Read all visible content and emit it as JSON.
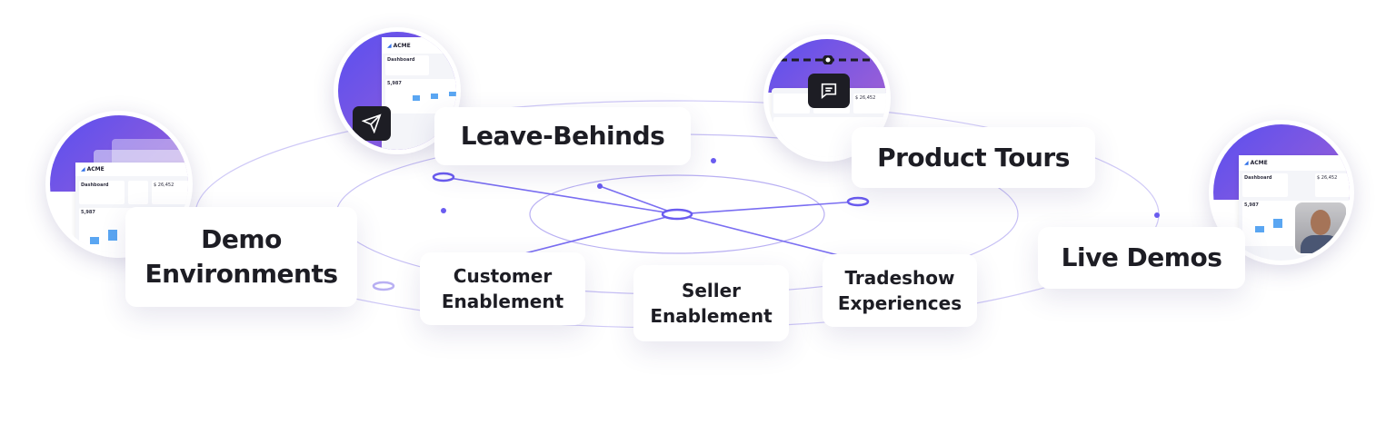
{
  "labels": {
    "leave_behinds": "Leave-Behinds",
    "product_tours": "Product Tours",
    "demo_environments_1": "Demo",
    "demo_environments_2": "Environments",
    "live_demos": "Live Demos",
    "customer_enablement_1": "Customer",
    "customer_enablement_2": "Enablement",
    "seller_enablement_1": "Seller",
    "seller_enablement_2": "Enablement",
    "tradeshow_1": "Tradeshow",
    "tradeshow_2": "Experiences"
  },
  "mini_dashboard": {
    "brand": "ACME",
    "title": "Dashboard",
    "amount": "$ 26,452",
    "metric": "5,987"
  },
  "colors": {
    "accent": "#6a5cf0",
    "gradient_end": "#9a5fd6",
    "text": "#1d1d24"
  },
  "icons": [
    "paper-plane-icon",
    "chat-bubble-icon"
  ]
}
